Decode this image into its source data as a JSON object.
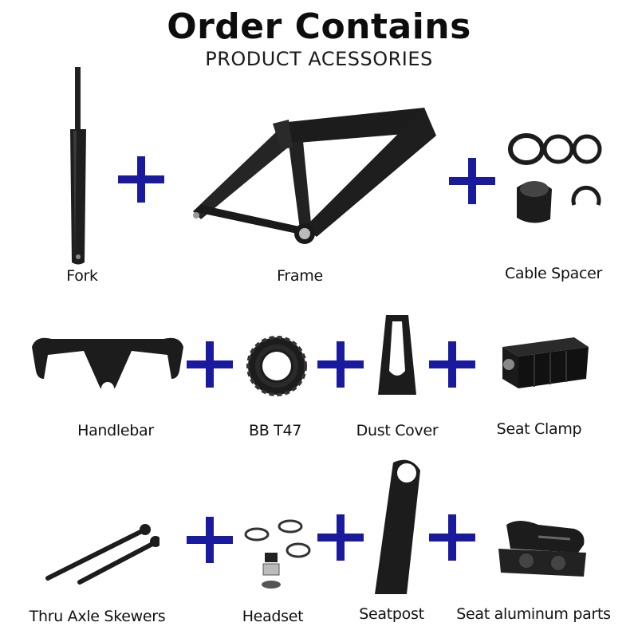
{
  "header": {
    "title": "Order Contains",
    "subtitle": "PRODUCT ACESSORIES"
  },
  "colors": {
    "plus": "#1a1a9e",
    "carbon": "#1c1c1c",
    "background": "#ffffff"
  },
  "rows": [
    {
      "items": [
        {
          "label": "Fork",
          "icon": "fork-icon"
        },
        {
          "label": "Frame",
          "icon": "frame-icon"
        },
        {
          "label": "Cable Spacer",
          "icon": "cable-spacer-icon"
        }
      ]
    },
    {
      "items": [
        {
          "label": "Handlebar",
          "icon": "handlebar-icon"
        },
        {
          "label": "BB T47",
          "icon": "bottom-bracket-icon"
        },
        {
          "label": "Dust Cover",
          "icon": "dust-cover-icon"
        },
        {
          "label": "Seat Clamp",
          "icon": "seat-clamp-icon"
        }
      ]
    },
    {
      "items": [
        {
          "label": "Thru Axle Skewers",
          "icon": "thru-axle-icon"
        },
        {
          "label": "Headset",
          "icon": "headset-icon"
        },
        {
          "label": "Seatpost",
          "icon": "seatpost-icon"
        },
        {
          "label": "Seat aluminum parts",
          "icon": "seat-aluminum-parts-icon"
        }
      ]
    }
  ],
  "separator_icon": "plus-icon"
}
